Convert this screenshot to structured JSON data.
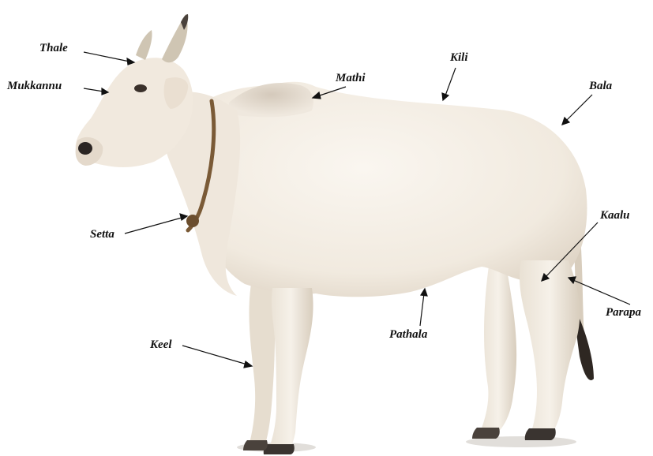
{
  "labels": {
    "thale": "Thale",
    "mukkannu": "Mukkannu",
    "mathi": "Mathi",
    "kili": "Kili",
    "bala": "Bala",
    "setta": "Setta",
    "kaalu": "Kaalu",
    "parapa": "Parapa",
    "pathala": "Pathala",
    "keel": "Keel"
  },
  "colors": {
    "cow_body": "#f3ede4",
    "cow_shade": "#d9cfc1",
    "horn": "#cfc5b3",
    "hoof": "#3a3430",
    "rope": "#7a5a36",
    "tail_switch": "#2e2722",
    "label_text": "#111111"
  }
}
